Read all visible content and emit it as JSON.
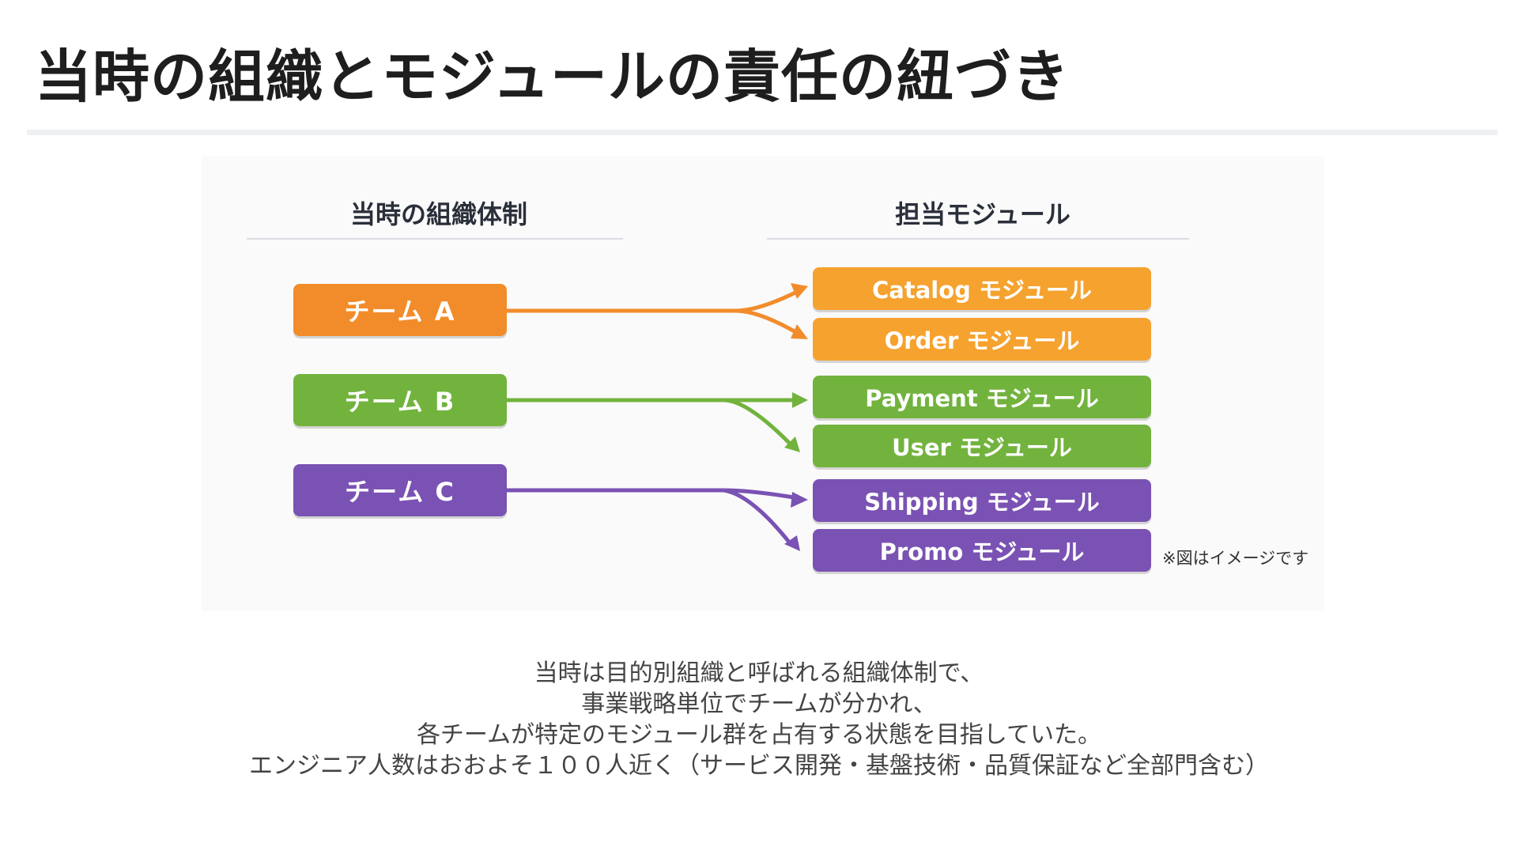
{
  "title": "当時の組織とモジュールの責任の紐づき",
  "diagram": {
    "left_header": "当時の組織体制",
    "right_header": "担当モジュール",
    "teams": [
      {
        "label": "チーム A",
        "color": "#f28c2b"
      },
      {
        "label": "チーム B",
        "color": "#72b33e"
      },
      {
        "label": "チーム C",
        "color": "#7a52b3"
      }
    ],
    "modules": [
      {
        "label": "Catalog モジュール",
        "team": "チーム A",
        "color": "#f6a22e"
      },
      {
        "label": "Order モジュール",
        "team": "チーム A",
        "color": "#f6a22e"
      },
      {
        "label": "Payment モジュール",
        "team": "チーム B",
        "color": "#72b33e"
      },
      {
        "label": "User モジュール",
        "team": "チーム B",
        "color": "#72b33e"
      },
      {
        "label": "Shipping モジュール",
        "team": "チーム C",
        "color": "#7a52b3"
      },
      {
        "label": "Promo モジュール",
        "team": "チーム C",
        "color": "#7a52b3"
      }
    ],
    "note": "※図はイメージです"
  },
  "caption": [
    "当時は目的別組織と呼ばれる組織体制で、",
    "事業戦略単位でチームが分かれ、",
    "各チームが特定のモジュール群を占有する状態を目指していた。",
    "エンジニア人数はおおよそ１００人近く（サービス開発・基盤技術・品質保証など全部門含む）"
  ]
}
